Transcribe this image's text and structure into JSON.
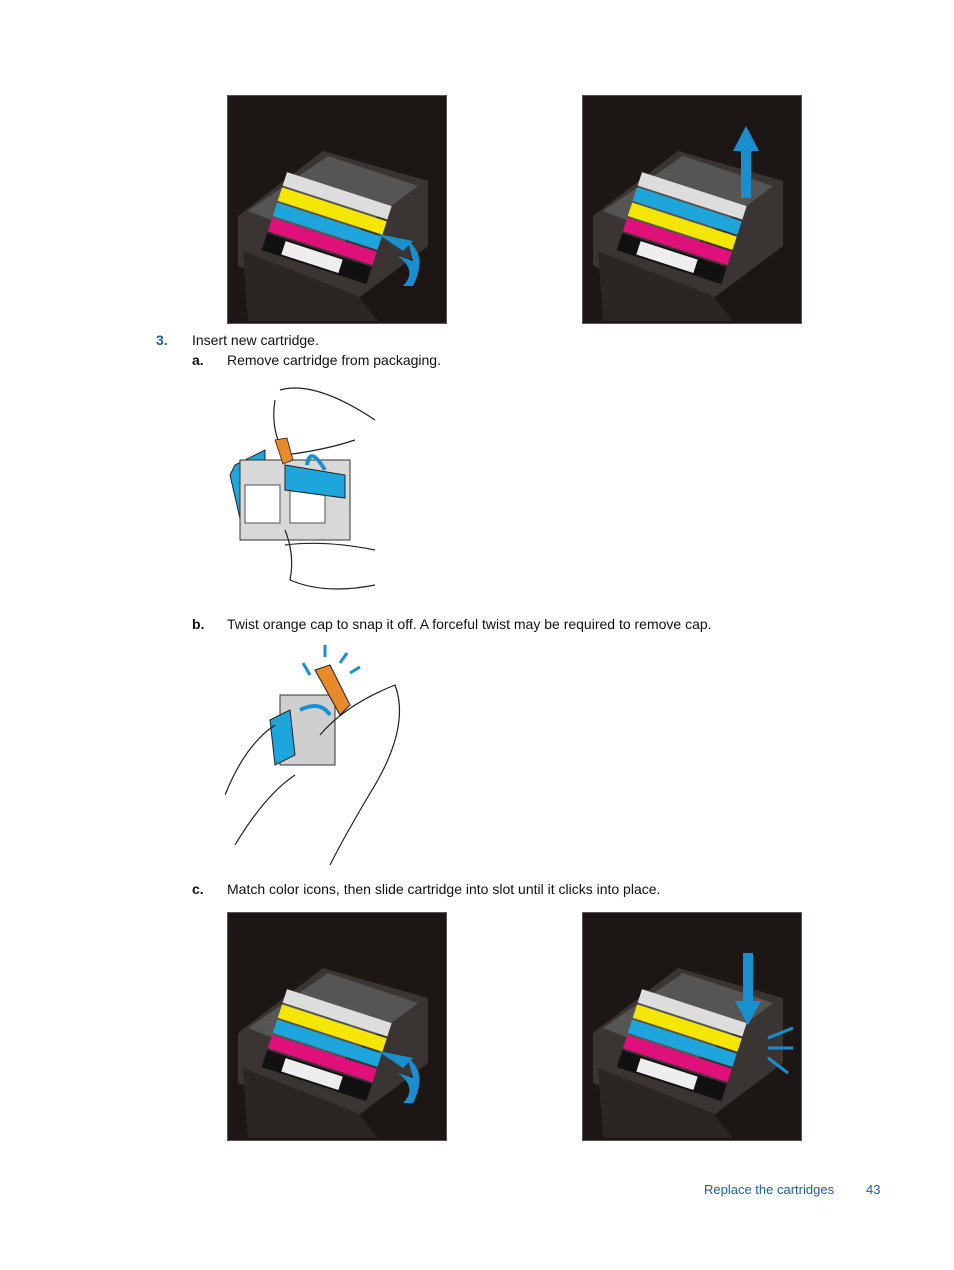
{
  "step3": {
    "number": "3.",
    "text": "Insert new cartridge."
  },
  "substeps": [
    {
      "letter": "a",
      "text": "Remove cartridge from packaging."
    },
    {
      "letter": "b",
      "text": "Twist orange cap to snap it off. A forceful twist may be required to remove cap."
    },
    {
      "letter": "c",
      "text": "Match color icons, then slide cartridge into slot until it clicks into place."
    }
  ],
  "footer": {
    "section": "Replace the cartridges",
    "page": "43"
  },
  "colors": {
    "accent": "#1f5fa0",
    "cyan": "#1ea6dc",
    "magenta": "#e0107a",
    "yellow": "#f5e600",
    "orange": "#e8892a",
    "arrow_blue": "#1a8fd0"
  }
}
